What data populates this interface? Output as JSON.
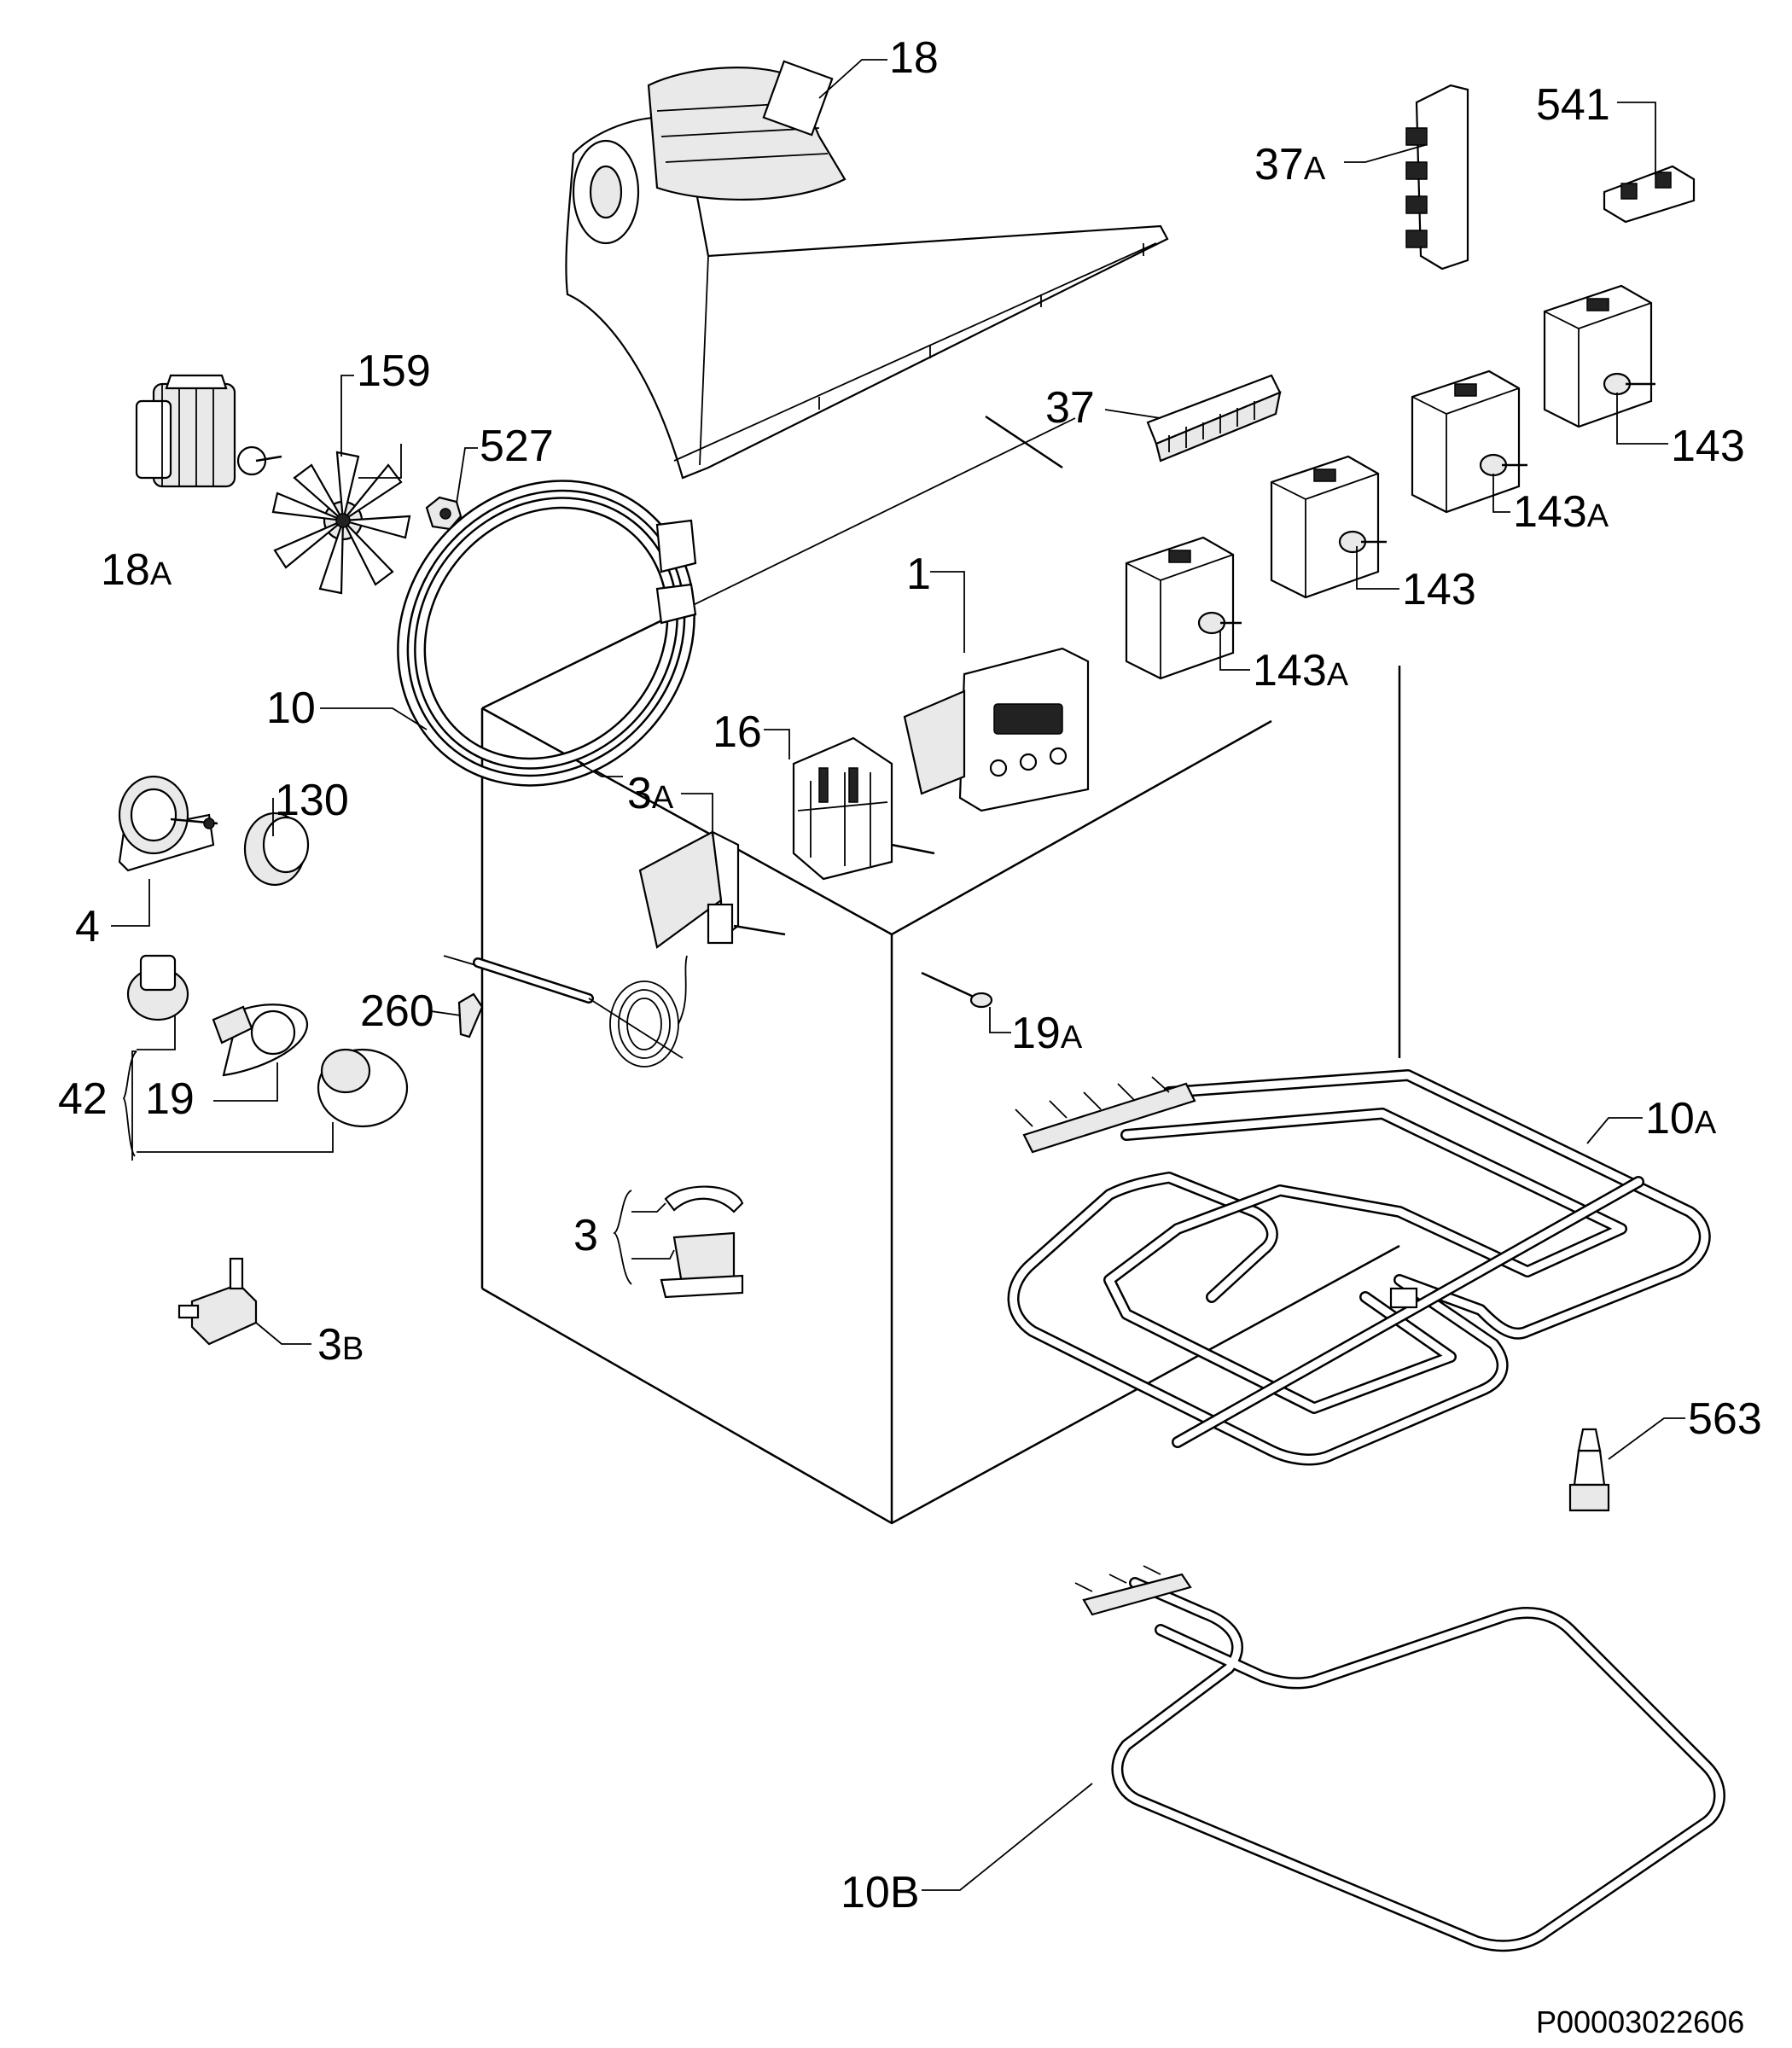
{
  "diagram": {
    "labels": {
      "l18": "18",
      "l37a": "37",
      "l37a_s": "A",
      "l541": "541",
      "l159": "159",
      "l527": "527",
      "l37": "37",
      "l143_top": "143",
      "l143a_top": "143",
      "l143a_top_s": "A",
      "l18a": "18",
      "l18a_s": "A",
      "l1": "1",
      "l143_mid": "143",
      "l143a_mid": "143",
      "l143a_mid_s": "A",
      "l10": "10",
      "l16": "16",
      "l3a": "3",
      "l3a_s": "A",
      "l130": "130",
      "l4": "4",
      "l260": "260",
      "l19a": "19",
      "l19a_s": "A",
      "l42": "42",
      "l19": "19",
      "l10a": "10",
      "l10a_s": "A",
      "l3": "3",
      "l3b": "3",
      "l3b_s": "B",
      "l563": "563",
      "l10b": "10B"
    },
    "drawing_code": "P00003022606"
  }
}
